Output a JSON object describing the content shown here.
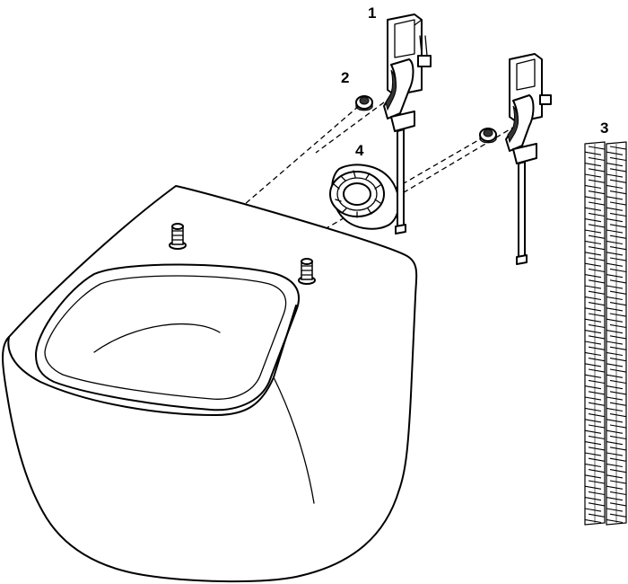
{
  "diagram": {
    "callouts": [
      {
        "id": "part-1",
        "text": "1"
      },
      {
        "id": "part-2",
        "text": "2"
      },
      {
        "id": "part-3",
        "text": "3"
      },
      {
        "id": "part-4",
        "text": "4"
      }
    ]
  }
}
